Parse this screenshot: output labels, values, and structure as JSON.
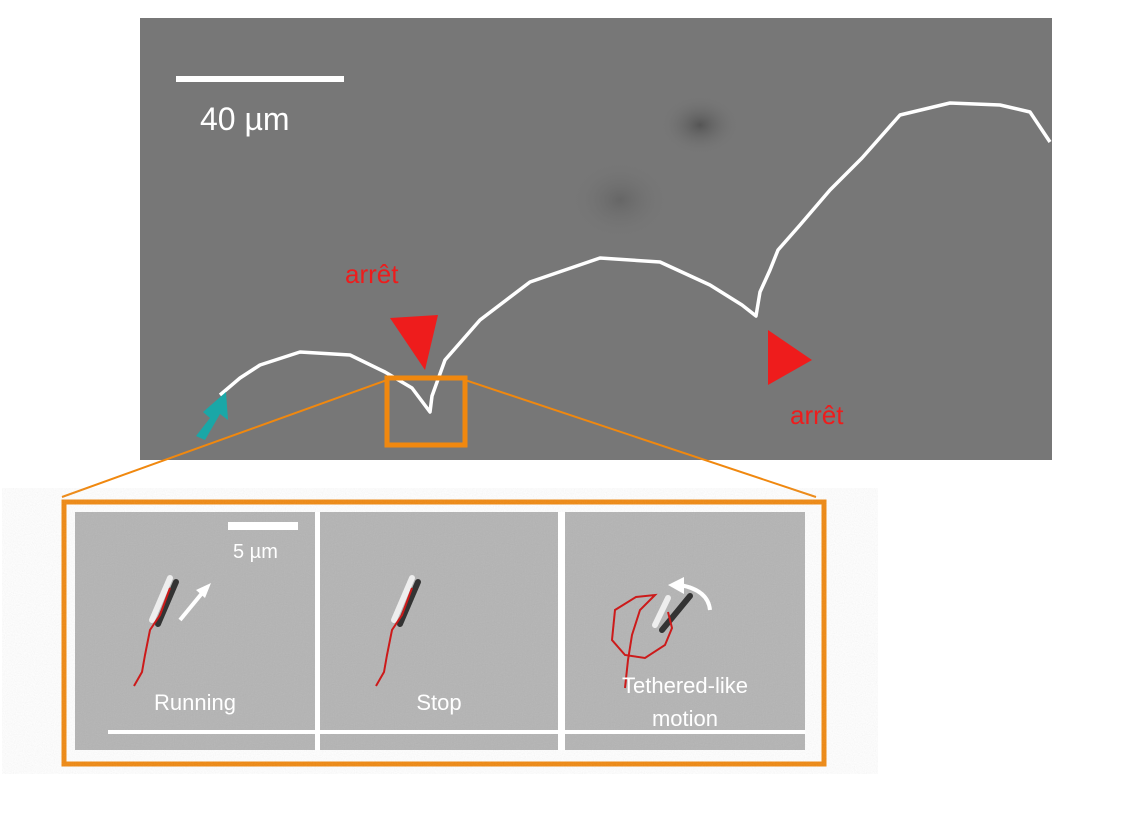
{
  "overview": {
    "scale_bar_label": "40 µm",
    "stop_label_1": "arrêt",
    "stop_label_2": "arrêt"
  },
  "inset": {
    "scale_bar_label": "5 µm",
    "panels": [
      {
        "label": "Running"
      },
      {
        "label": "Stop"
      },
      {
        "label_line1": "Tethered-like",
        "label_line2": "motion"
      }
    ]
  },
  "colors": {
    "trajectory": "#ffffff",
    "marker": "#ee1c1c",
    "zoom_box": "#f0880f",
    "start_arrow": "#1aa7a7",
    "cell_track": "#cc1a1a"
  }
}
